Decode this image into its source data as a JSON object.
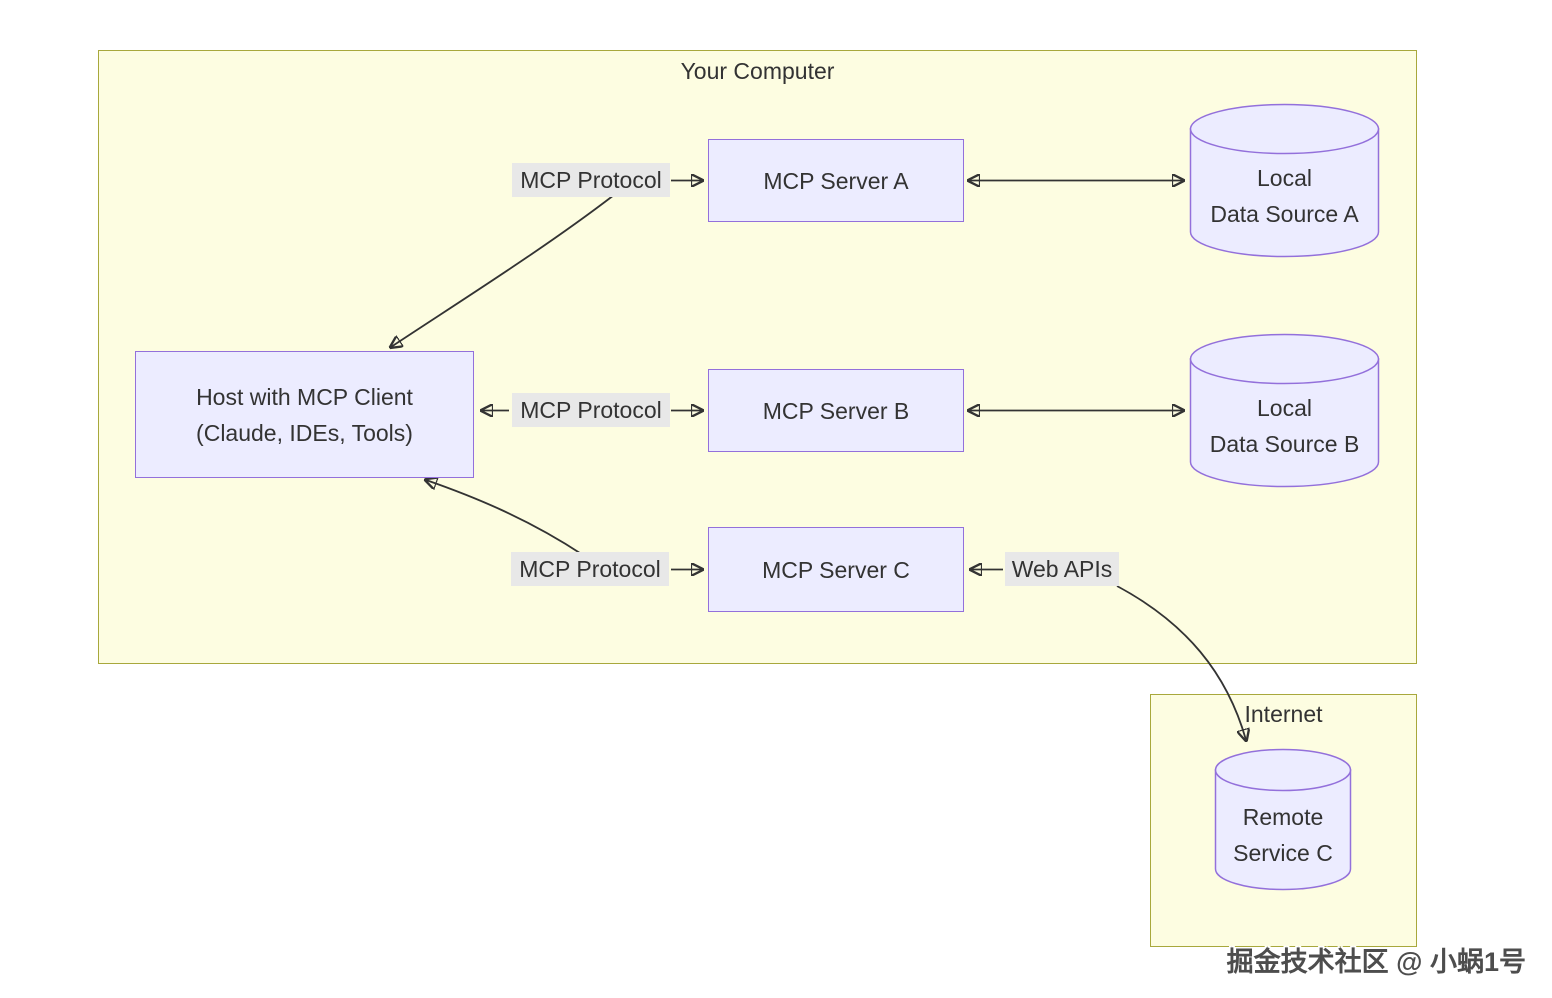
{
  "clusters": {
    "your_computer": {
      "title": "Your Computer"
    },
    "internet": {
      "title": "Internet"
    }
  },
  "nodes": {
    "host": {
      "line1": "Host with MCP Client",
      "line2": "(Claude, IDEs, Tools)"
    },
    "server_a": "MCP Server A",
    "server_b": "MCP Server B",
    "server_c": "MCP Server C",
    "data_source_a": {
      "line1": "Local",
      "line2": "Data Source A"
    },
    "data_source_b": {
      "line1": "Local",
      "line2": "Data Source B"
    },
    "remote_service": {
      "line1": "Remote",
      "line2": "Service C"
    }
  },
  "edges": {
    "label_a": "MCP Protocol",
    "label_b": "MCP Protocol",
    "label_c": "MCP Protocol",
    "label_web": "Web APIs"
  },
  "colors": {
    "cluster_fill": "#fdfde1",
    "cluster_border": "#a8a83c",
    "node_fill": "#ececff",
    "node_border": "#9370db",
    "edge_color": "#333333",
    "label_bg": "#e8e8e8",
    "text_color": "#333333",
    "page_bg": "#ffffff"
  },
  "watermark": "掘金技术社区 @ 小蜗1号"
}
